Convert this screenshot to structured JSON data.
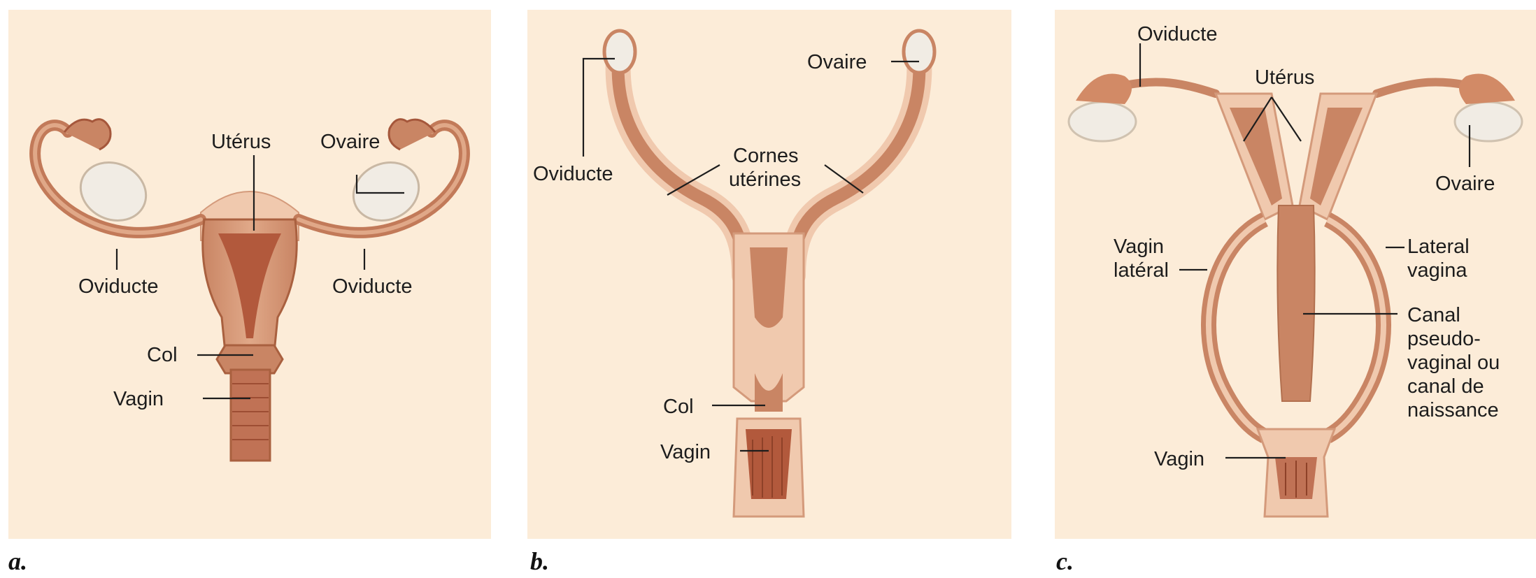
{
  "panels": [
    {
      "letter": "a.",
      "labels": {
        "uterus": "Utérus",
        "ovary": "Ovaire",
        "oviduct_left": "Oviducte",
        "oviduct_right": "Oviducte",
        "cervix": "Col",
        "vagina": "Vagin"
      }
    },
    {
      "letter": "b.",
      "labels": {
        "oviduct": "Oviducte",
        "ovary": "Ovaire",
        "horns_line1": "Cornes",
        "horns_line2": "utérines",
        "cervix": "Col",
        "vagina": "Vagin"
      }
    },
    {
      "letter": "c.",
      "labels": {
        "oviduct": "Oviducte",
        "uterus": "Utérus",
        "ovary": "Ovaire",
        "lateral_vagina_fr_line1": "Vagin",
        "lateral_vagina_fr_line2": "latéral",
        "lateral_vagina_en_line1": "Lateral",
        "lateral_vagina_en_line2": "vagina",
        "canal_line1": "Canal",
        "canal_line2": "pseudo-",
        "canal_line3": "vaginal ou",
        "canal_line4": "canal de",
        "canal_line5": "naissance",
        "vagina": "Vagin"
      }
    }
  ],
  "colors": {
    "background": "#fcecd8",
    "tissue_outer": "#c98564",
    "tissue_mid": "#dc9a78",
    "tissue_inner": "#b2593c",
    "tissue_light": "#f0c9ae",
    "ovary": "#f1f1f1",
    "text": "#1d1d1d"
  }
}
